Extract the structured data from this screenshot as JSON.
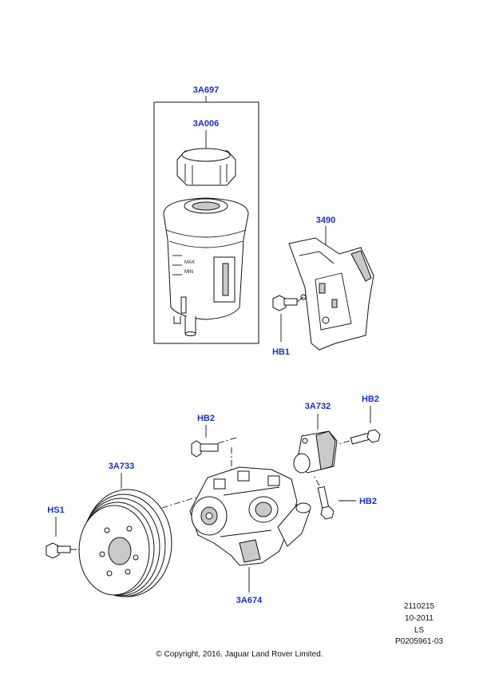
{
  "callouts": {
    "reservoir_assembly": "3A697",
    "reservoir_cap": "3A006",
    "bracket": "3490",
    "bracket_bolt": "HB1",
    "pump_bolt_upper": "HB2",
    "pump_pulley": "3A733",
    "pulley_bolt": "HS1",
    "pump_fitting": "3A732",
    "fitting_bolt_right": "HB2",
    "fitting_bolt_lower": "HB2",
    "pump": "3A674"
  },
  "footer": {
    "number": "2110215",
    "date": "10-2011",
    "code": "LS",
    "illustration_id": "P0205961-03",
    "copyright": "© Copyright, 2016. Jaguar Land Rover Limited."
  },
  "reservoir_markings": {
    "max": "MAX",
    "min": "MIN"
  },
  "colors": {
    "callout": "#1b2fd0",
    "line": "#111111",
    "shade": "#c9c9c9"
  }
}
